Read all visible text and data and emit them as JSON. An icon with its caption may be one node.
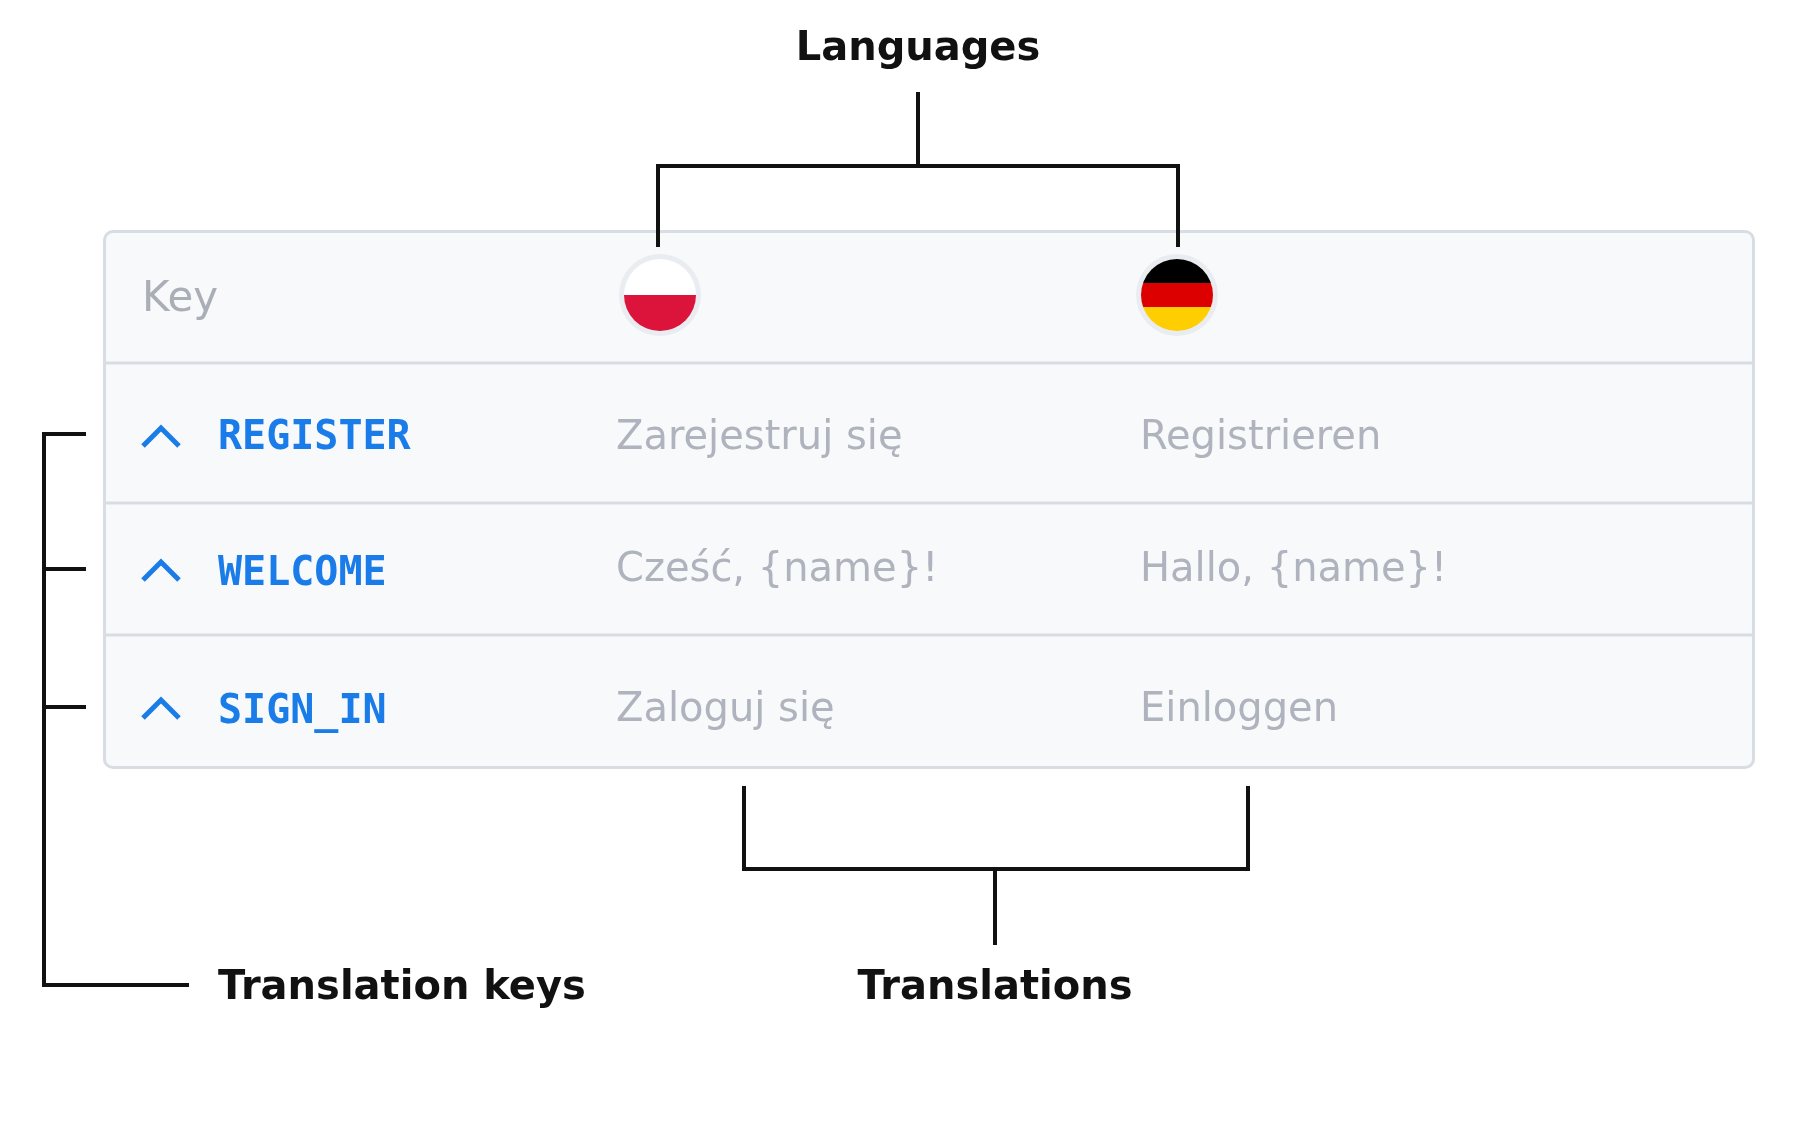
{
  "diagram": {
    "labels": [
      "Languages",
      "Key",
      "REGISTER",
      "Zarejestruj się",
      "Registrieren",
      "WELCOME",
      "Cześć, {name}!",
      "Hallo, {name}!",
      "SIGN_IN",
      "Zaloguj się",
      "Einloggen",
      "Translation keys",
      "Translations"
    ]
  }
}
